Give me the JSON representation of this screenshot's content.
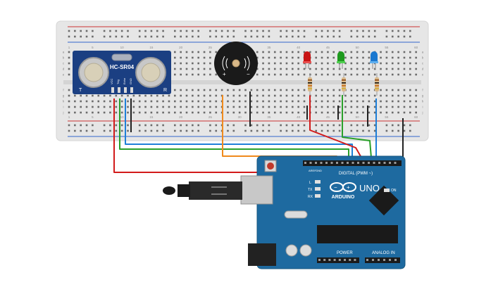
{
  "sensor": {
    "model": "HC-SR04",
    "pins": [
      "VCC",
      "Trig",
      "Echo",
      "GND"
    ],
    "corner_left": "T",
    "corner_right": "R"
  },
  "buzzer": {
    "plus": "+",
    "minus": "−"
  },
  "leds": [
    {
      "color_name": "red",
      "body": "#c81414",
      "glow": "#e85050"
    },
    {
      "color_name": "green",
      "body": "#1e9a1e",
      "glow": "#50d050"
    },
    {
      "color_name": "blue",
      "body": "#1a78d0",
      "glow": "#60b0f0"
    }
  ],
  "breadboard": {
    "col_numbers": [
      "1",
      "5",
      "10",
      "15",
      "20",
      "25",
      "30",
      "35",
      "40",
      "45",
      "50",
      "55",
      "60"
    ],
    "row_letters": [
      "a",
      "b",
      "c",
      "d",
      "e",
      "f",
      "g",
      "h",
      "i",
      "j"
    ]
  },
  "arduino": {
    "brand": "ARDUINO",
    "model": "UNO",
    "digital_header": "DIGITAL (PWM ~)",
    "power_header": "POWER",
    "analog_header": "ANALOG IN",
    "tx": "TX",
    "rx": "RX",
    "l": "L",
    "on": "ON",
    "aref": "AREF",
    "gnd": "GND"
  },
  "wire_colors": {
    "red": "#d21a1a",
    "green": "#2aa02a",
    "blue": "#1e7fd8",
    "orange": "#f08a1c",
    "black": "#222222"
  }
}
